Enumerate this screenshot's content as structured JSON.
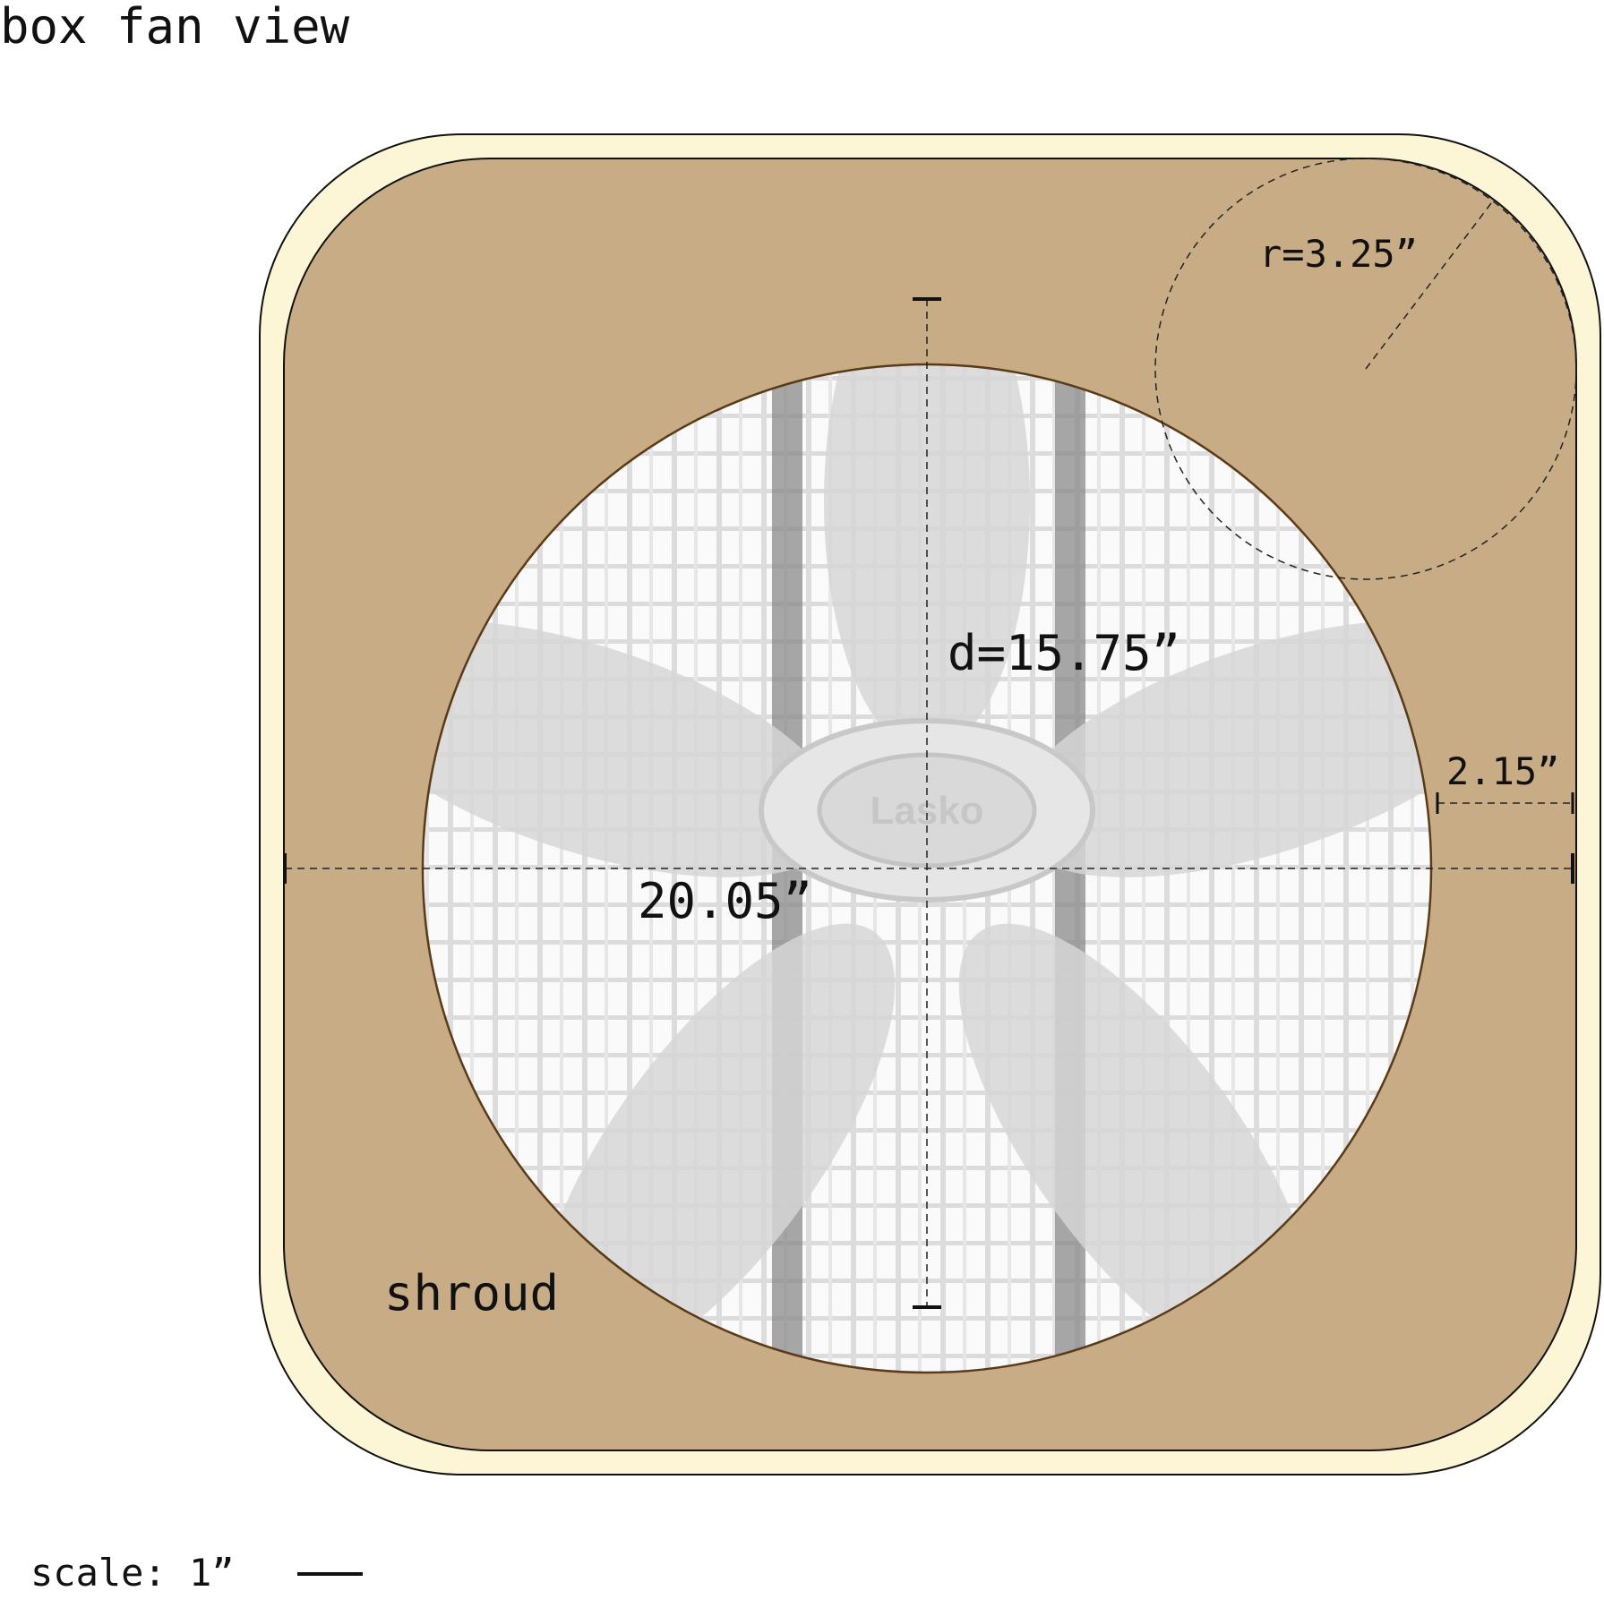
{
  "title": "box fan view",
  "labels": {
    "shroud": "shroud",
    "opening_diameter": "d=15.75”",
    "corner_radius": "r=3.25”",
    "inner_width": "20.05”",
    "side_margin": "2.15”",
    "brand": "Lasko"
  },
  "scale": {
    "label": "scale: 1”"
  },
  "colors": {
    "outer_frame": "#fdf6d6",
    "shroud": "#c8ac85",
    "opening_edge": "#5a3a18",
    "grille": "#f7f7f7",
    "blade": "#d8d8d8",
    "strut": "#888888"
  }
}
